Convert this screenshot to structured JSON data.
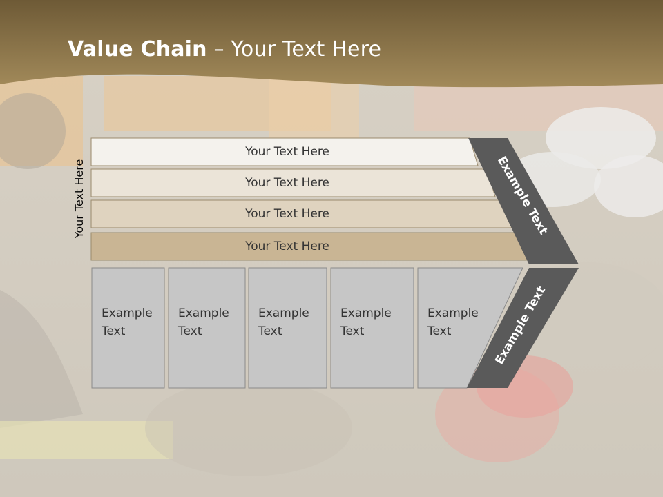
{
  "slide": {
    "title_bold": "Value Chain",
    "title_rest": " – Your Text Here",
    "vertical_label": "Your Text Here"
  },
  "bars": [
    {
      "label": "Your Text Here",
      "color": "#f4f2ed"
    },
    {
      "label": "Your Text Here",
      "color": "#ebe4d8"
    },
    {
      "label": "Your Text Here",
      "color": "#dfd3bf"
    },
    {
      "label": "Your Text Here",
      "color": "#c9b594"
    }
  ],
  "boxes": [
    {
      "line1": "Example",
      "line2": "Text"
    },
    {
      "line1": "Example",
      "line2": "Text"
    },
    {
      "line1": "Example",
      "line2": "Text"
    },
    {
      "line1": "Example",
      "line2": "Text"
    },
    {
      "line1": "Example",
      "line2": "Text"
    }
  ],
  "chevron": {
    "upper_label": "Example Text",
    "lower_label": "Example Text",
    "color": "#5a5a5a"
  },
  "colors": {
    "header_band": "#8a7446",
    "box_fill": "#c6c6c6",
    "text_dark": "#333333"
  }
}
